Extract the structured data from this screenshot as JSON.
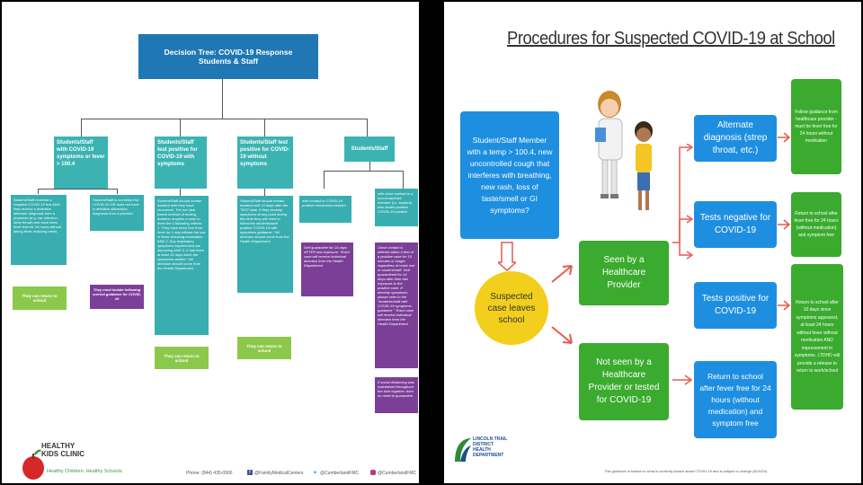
{
  "left": {
    "title": "Decision Tree: COVID-19 Response\nStudents & Staff",
    "branch1_header": "Students/Staff with COVID-19 symptoms or fever > 100.4",
    "branch2_header": "Students/Staff test positive for COVID-19 with symptoms",
    "branch3_header": "Students/Staff test positive for COVID-19 without symptoms",
    "branch4_header": "Students/Staff",
    "b1_left_detail": "Student/Staff received a negative COVID-19 test AND they receive a definitive alternate diagnosis from a physician (e.g. ear infection, strep throat) and have been fever free for 24 hours without taking fever-reducing meds",
    "b1_right_detail": "Student/Staff is not tested for COVID-19 OR does not have a definitive alternative diagnosis from a provider",
    "b1_left_action": "They can return to school",
    "b1_right_action": "They must isolate following current guidance for COVID-19",
    "b2_detail": "Student/Staff should remain isolated until they have recovered. The non-test based method of ending isolation requires a case to meet the 3 following criteria: 1. They have been free from fever for 1 day without the use of fever-reducing medication AND 2. Any respiratory symptoms experienced are improving AND 3. It has been at least 10 days since the symptoms started. *All direction should come from the Health Department",
    "b2_action": "They can return to school",
    "b3_detail": "Student/Staff should remain isolated until 10 days after the TEST date. If they develop symptoms at any point during this time they will need to follow the students/staff positive COVID-19 with symptoms guidance. *All direction should come from the Health Department",
    "b3_action": "They can return to school",
    "b4_left_detail": "with contact to COVID-19 positive household member",
    "b4_right_detail": "with close contact to a non-household member (i.e. student) who tested positive COVID-19 positive",
    "b4_left_action": "Self quarantine for 14 days AFTER last exposure. *Each case will receive individual direction from the Health Department",
    "b4_right_action": "Close contact is defined within 6 feet of a positive case for 15 minutes or longer regardless of mask use or student/staff. Self-quarantined for 14 days after their last exposure to the positive case. If develop symptoms please refer to the \"students/staff with COVID-19 symptoms guidance.\" *Each case will receive individual direction from the Health Department.",
    "b4_extra": "If social distancing was maintained throughout the time together, then no need to quarantine.",
    "logo_line1": "HEALTHY",
    "logo_line2": "KIDS CLINIC",
    "logo_tagline": "Healthy Children. Healthy Schools.",
    "phone": "Phone: (844) 435-0900",
    "facebook": "@FamilyMedicalCenters",
    "twitter": "@CumberlandFMC",
    "instagram": "@CumberlandFMC"
  },
  "right": {
    "title": "Procedures for Suspected COVID-19 at School",
    "student_box": "Student/Staff Member with a temp > 100.4, new uncontrolled cough that interferes with breathing, new rash, loss of taste/smell or GI symptoms?",
    "circle": "Suspected case leaves school",
    "seen": "Seen by a Healthcare Provider",
    "not_seen": "Not seen by a Healthcare Provider or tested for COVID-19",
    "alt_dx": "Alternate diagnosis (strep throat, etc.)",
    "neg": "Tests negative for COVID-19",
    "pos": "Tests positive for COVID-19",
    "return_box": "Return to school after fever free for 24 hours (without medication) and symptom free",
    "g1": "Follow guidance from healthcare provider - must be fever free for 24 hours without medication",
    "g2": "Return to school after fever free for 24 hours (without medication) and symptom free",
    "g3": "Return to school after 10 days since symptoms appeared, at least 24 hours without fever without medication AND improvement in symptoms. LTDHD will provide a release to return to work/school",
    "dept_line1": "LINCOLN TRAIL",
    "dept_line2": "DISTRICT",
    "dept_line3": "HEALTH",
    "dept_line4": "DEPARTMENT",
    "footnote": "This guidance is based on what is currently known about COVID-19 and is subject to change (8/10/20)"
  }
}
